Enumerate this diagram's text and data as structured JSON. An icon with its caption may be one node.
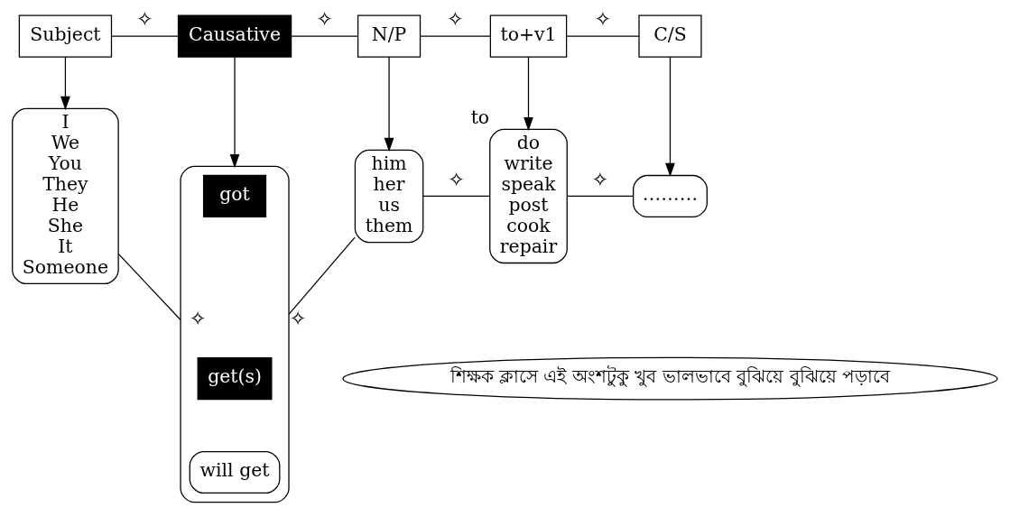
{
  "diagram": {
    "nodes": [
      {
        "text": [
          "Subject"
        ]
      },
      {
        "text": [
          "Causative"
        ]
      },
      {
        "text": [
          "N/P"
        ]
      },
      {
        "text": [
          "to+v1"
        ]
      },
      {
        "text": [
          "C/S"
        ]
      },
      {
        "text": [
          "I We You They He She It Someone"
        ]
      },
      {
        "text": [],
        "shape": "box"
      },
      {
        "text": [
          "got"
        ],
        "in": 6
      },
      {
        "text": [
          "get(s)"
        ],
        "in": 6
      },
      {
        "text": [
          "will get"
        ],
        "in": 6
      },
      {
        "text": [
          "him her us them"
        ]
      },
      {
        "text": [
          "do write speak post cook repair"
        ],
        "beside": [
          "to"
        ]
      },
      {
        "text": [
          "………"
        ]
      },
      {
        "text": [
          "শিক্ষক ক্লাসে এই অংশটুকু খুব ভালভাবে বুঝিয়ে বুঝিয়ে পড়াবে"
        ]
      }
    ],
    "edges": [
      {
        "from": 0,
        "to": 5,
        "arrow": "to"
      },
      {
        "from": 1,
        "to": 6,
        "arrow": "to"
      },
      {
        "from": 2,
        "to": 10,
        "arrow": "to"
      },
      {
        "from": 3,
        "to": 11,
        "arrow": "to"
      },
      {
        "from": 4,
        "to": 12,
        "arrow": "to"
      },
      {
        "from": 0,
        "to": 1,
        "arrow": "none",
        "label": "✧"
      },
      {
        "from": 1,
        "to": 2,
        "arrow": "none",
        "label": "✧"
      },
      {
        "from": 2,
        "to": 3,
        "arrow": "none",
        "label": "✧"
      },
      {
        "from": 3,
        "to": 4,
        "arrow": "none",
        "label": "✧"
      },
      {
        "from": 5,
        "to": 6,
        "arrow": "none",
        "label": "✧"
      },
      {
        "from": 6,
        "to": 10,
        "arrow": "none",
        "label": "✧"
      },
      {
        "from": 10,
        "to": 11,
        "arrow": "none",
        "label": "✧"
      },
      {
        "from": 11,
        "to": 12,
        "arrow": "none",
        "label": "✧"
      }
    ]
  }
}
